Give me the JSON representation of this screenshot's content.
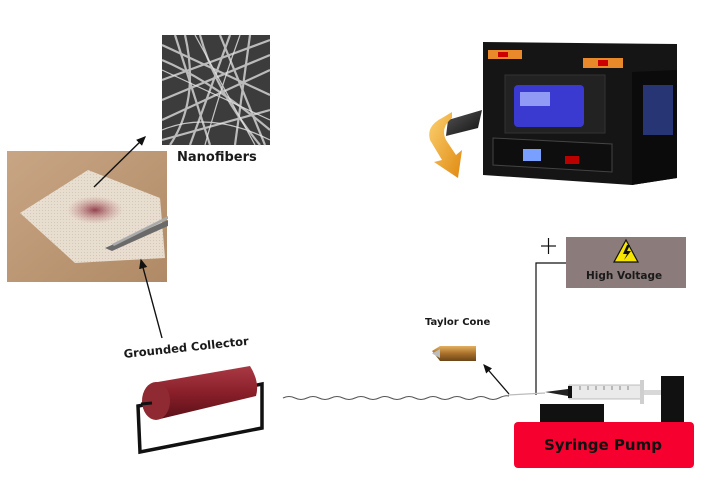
{
  "diagram": {
    "title": "Electrospinning setup for nanofiber wound dressing",
    "labels": {
      "nanofibers": "Nanofibers",
      "grounded_collector": "Grounded Collector",
      "taylor_cone": "Taylor Cone",
      "high_voltage": "High Voltage",
      "syringe_pump": "Syringe Pump",
      "polarity": "+"
    },
    "components": [
      {
        "id": "skin-dressing-photo",
        "kind": "photo",
        "depicts": "nanofiber dressing applied on skin wound with tweezers"
      },
      {
        "id": "nanofiber-sem-image",
        "kind": "photo",
        "depicts": "SEM micrograph of nanofibers"
      },
      {
        "id": "electrospinning-machine",
        "kind": "photo",
        "depicts": "enclosed electrospinning cabinet"
      },
      {
        "id": "grounded-collector",
        "kind": "drawing",
        "depicts": "rotating drum collector"
      },
      {
        "id": "taylor-cone",
        "kind": "drawing",
        "depicts": "needle tip cone"
      },
      {
        "id": "high-voltage-supply",
        "kind": "box",
        "depicts": "high voltage power source"
      },
      {
        "id": "syringe-pump",
        "kind": "box",
        "depicts": "syringe pump with syringe"
      }
    ],
    "colors": {
      "syringe_pump": "#f5002f",
      "high_voltage": "#8c7b7b",
      "collector_drum": "#8a1f2a",
      "hazard_yellow": "#f7e600",
      "arrow_orange": "#f0a020",
      "line": "#111111"
    }
  }
}
